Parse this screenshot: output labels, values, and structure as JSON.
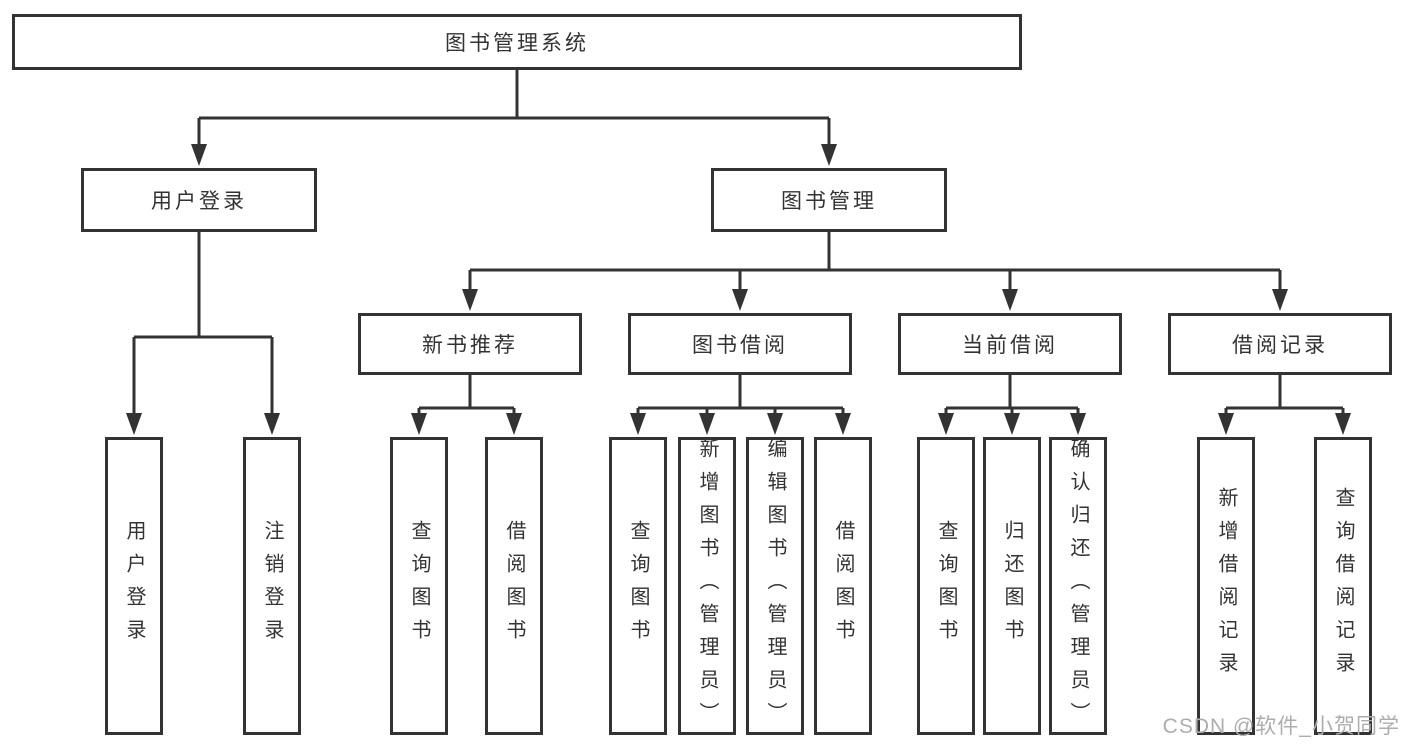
{
  "diagram_title": "图书管理系统",
  "tree": {
    "label": "图书管理系统",
    "children": [
      {
        "label": "用户登录",
        "children": [
          {
            "label": "用户登录"
          },
          {
            "label": "注销登录"
          }
        ]
      },
      {
        "label": "图书管理",
        "children": [
          {
            "label": "新书推荐",
            "children": [
              {
                "label": "查询图书"
              },
              {
                "label": "借阅图书"
              }
            ]
          },
          {
            "label": "图书借阅",
            "children": [
              {
                "label": "查询图书"
              },
              {
                "label": "新增图书（管理员）"
              },
              {
                "label": "编辑图书（管理员）"
              },
              {
                "label": "借阅图书"
              }
            ]
          },
          {
            "label": "当前借阅",
            "children": [
              {
                "label": "查询图书"
              },
              {
                "label": "归还图书"
              },
              {
                "label": "确认归还（管理员）"
              }
            ]
          },
          {
            "label": "借阅记录",
            "children": [
              {
                "label": "新增借阅记录"
              },
              {
                "label": "查询借阅记录"
              }
            ]
          }
        ]
      }
    ]
  },
  "watermark": {
    "text": "CSDN @软件_小贺同学"
  },
  "colors": {
    "line": "#333333",
    "background": "#ffffff",
    "watermark": "#adadad"
  }
}
